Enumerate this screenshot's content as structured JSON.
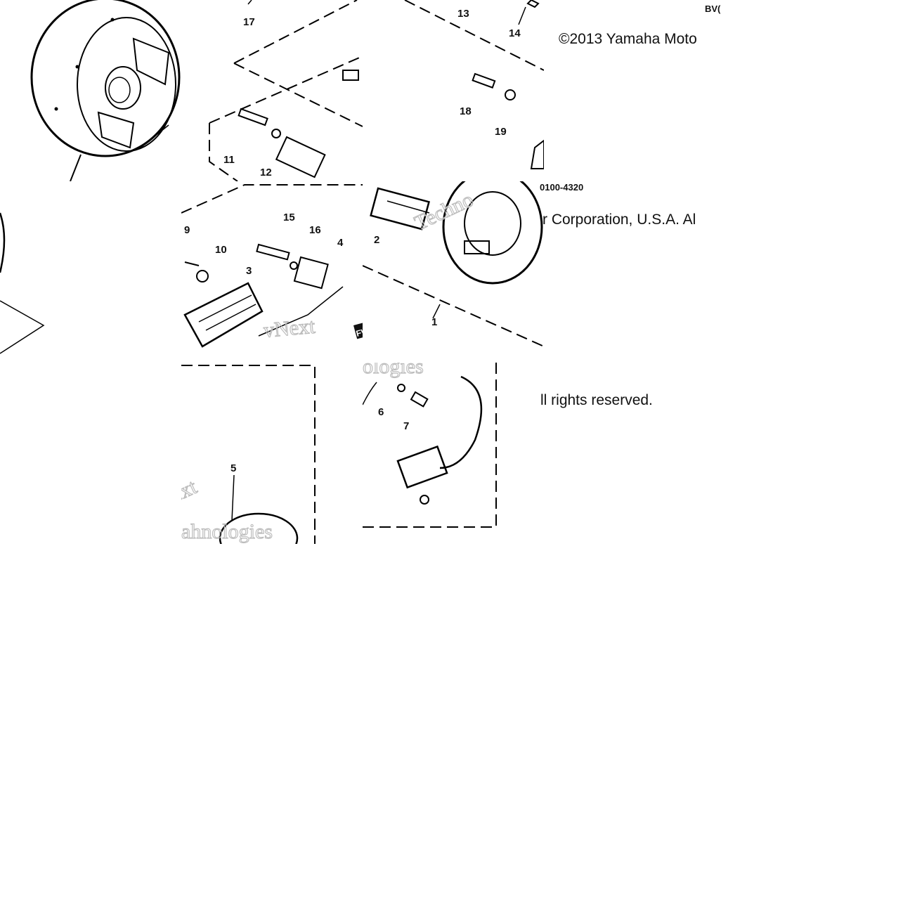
{
  "copyright": {
    "line1": "©2013 Yamaha Moto",
    "line2": "r Corporation, U.S.A. Al",
    "line3": "ll rights reserved."
  },
  "codes": {
    "top_right": "BV(",
    "mid": "0100-4320"
  },
  "watermark": {
    "a": "vNext",
    "b": "Techno",
    "c": "ologies",
    "d": "ext",
    "e": "ahnologies"
  },
  "callouts": {
    "n1": "1",
    "n2": "2",
    "n3": "3",
    "n4": "4",
    "n5": "5",
    "n6": "6",
    "n7": "7",
    "n9": "9",
    "n10": "10",
    "n11": "11",
    "n12": "12",
    "n13": "13",
    "n14": "14",
    "n15": "15",
    "n16": "16",
    "n17": "17",
    "n18": "18",
    "n19": "19"
  },
  "badge": "FWD"
}
